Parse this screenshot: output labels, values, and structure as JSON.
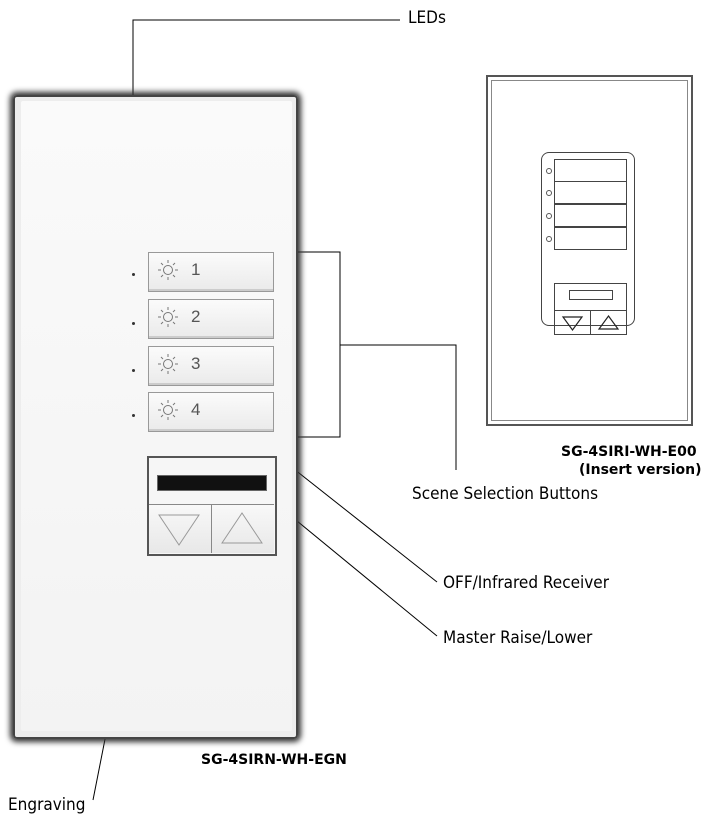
{
  "labels": {
    "leds": "LEDs",
    "scene_buttons": "Scene Selection Buttons",
    "ir_receiver": "OFF/Infrared Receiver",
    "master": "Master Raise/Lower",
    "engraving": "Engraving"
  },
  "models": {
    "main": "SG-4SIRN-WH-EGN",
    "insert_line1": "SG-4SIRI-WH-E00",
    "insert_line2": "(Insert version)"
  },
  "buttons": [
    {
      "number": "1"
    },
    {
      "number": "2"
    },
    {
      "number": "3"
    },
    {
      "number": "4"
    }
  ]
}
